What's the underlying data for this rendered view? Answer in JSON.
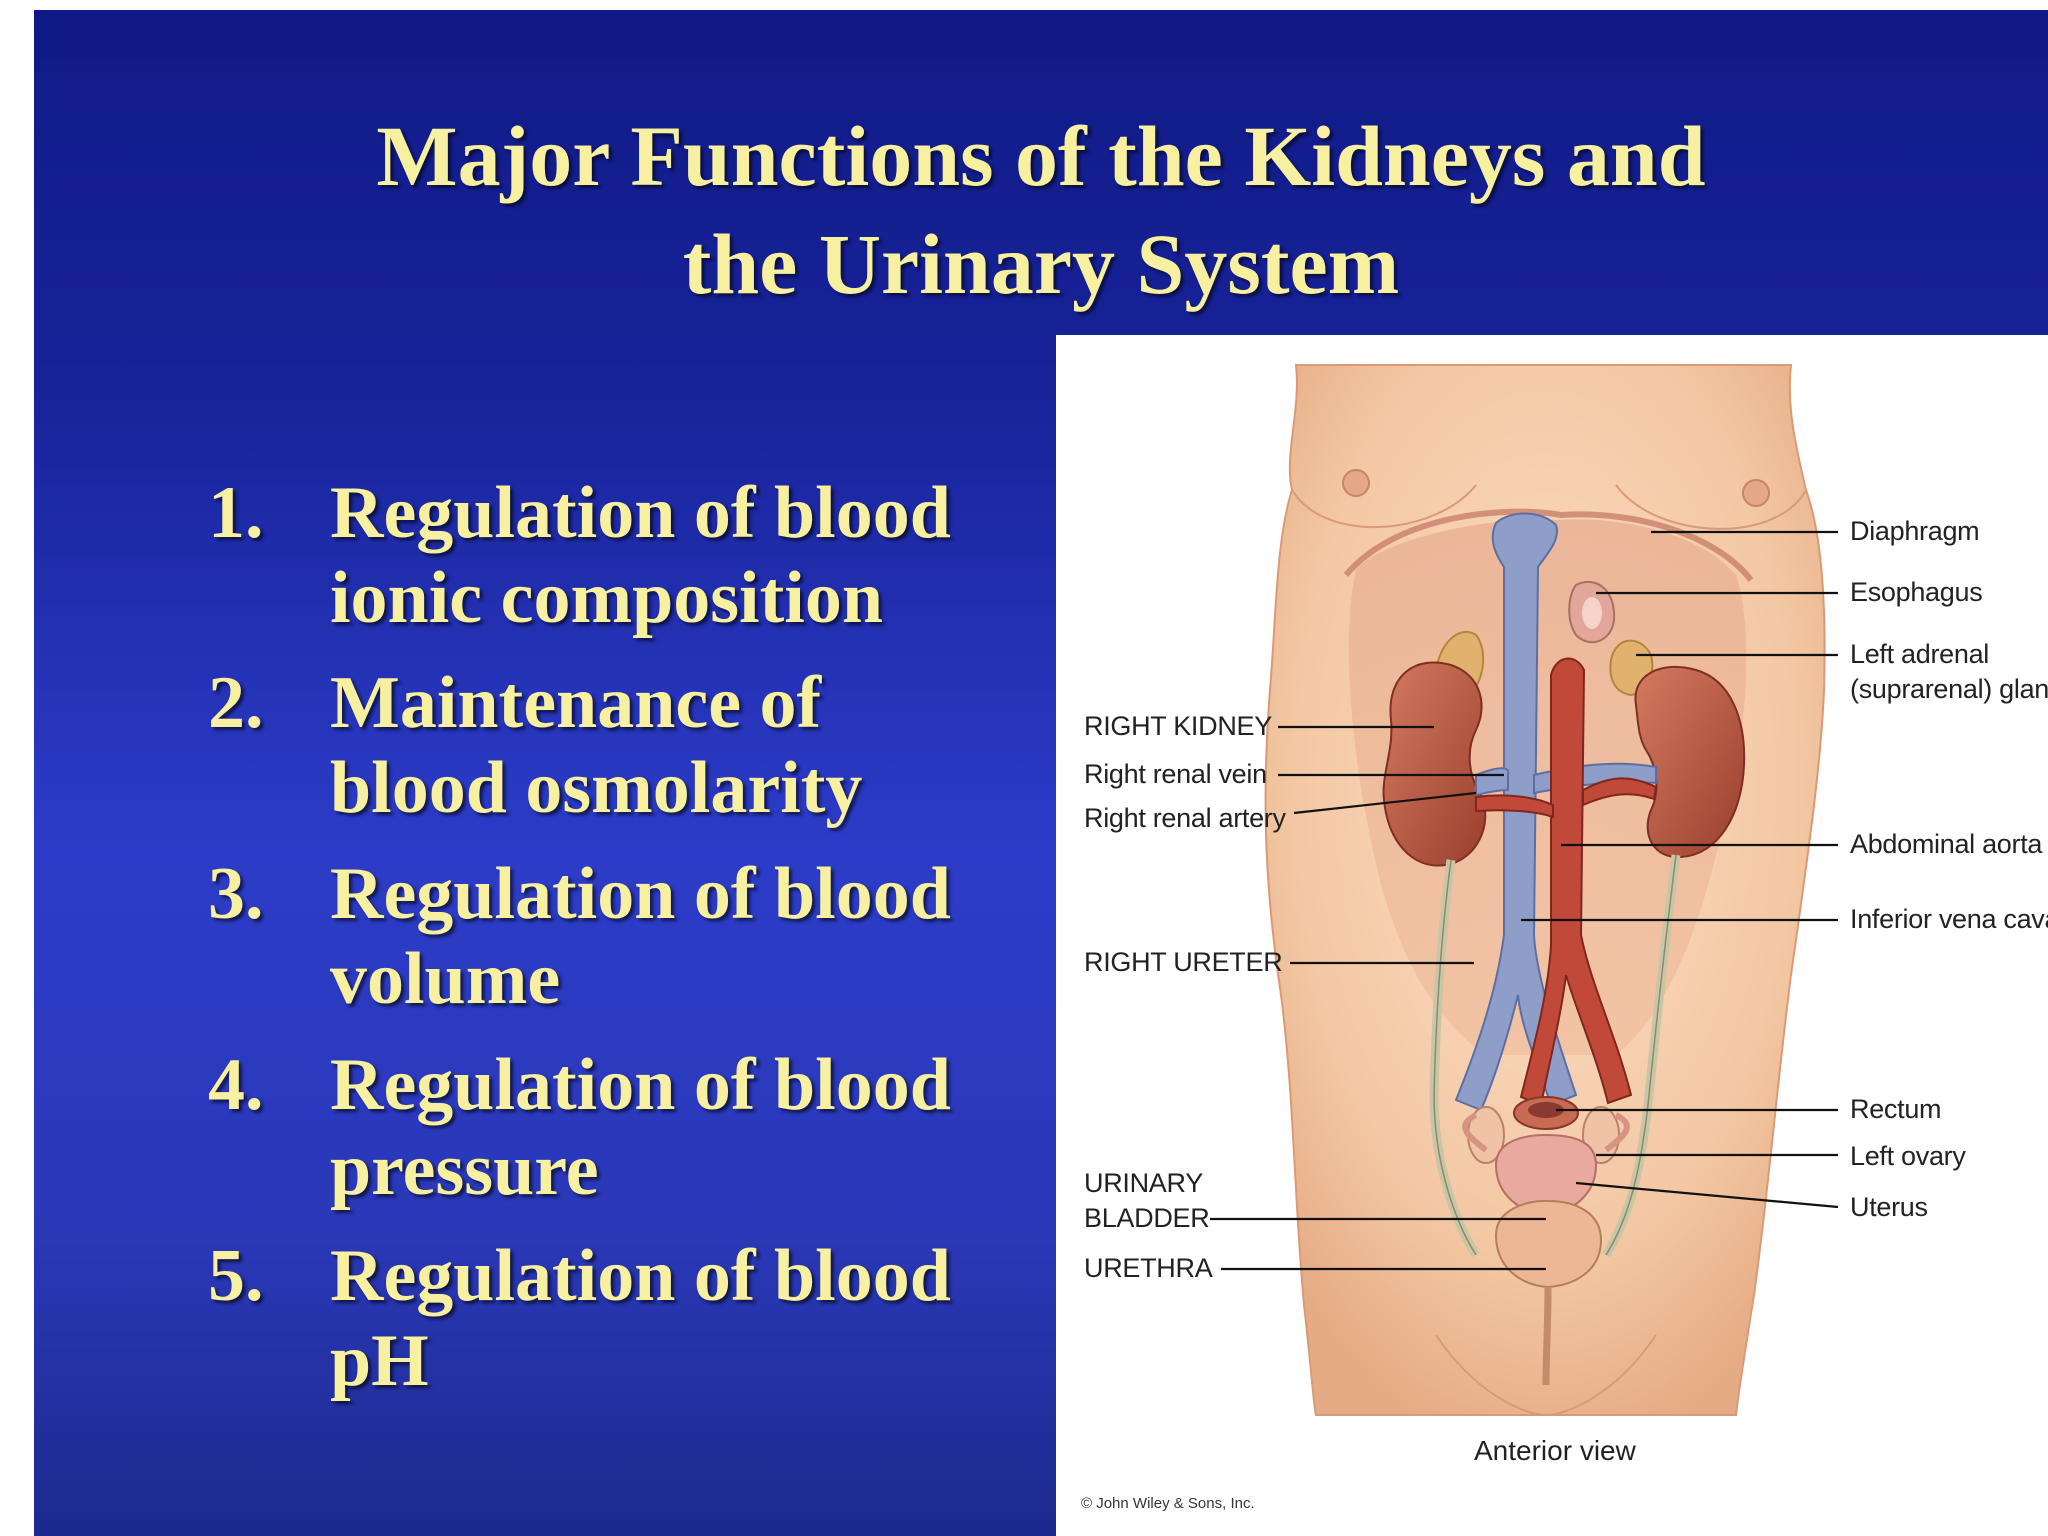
{
  "slide": {
    "title_line1": "Major Functions of the Kidneys and",
    "title_line2": "the Urinary System",
    "items": [
      {
        "num": "1.",
        "line1": "Regulation of blood",
        "line2": "ionic composition"
      },
      {
        "num": "2.",
        "line1": "Maintenance of",
        "line2": "blood osmolarity"
      },
      {
        "num": "3.",
        "line1": "Regulation of blood",
        "line2": "volume"
      },
      {
        "num": "4.",
        "line1": "Regulation of blood",
        "line2": "pressure"
      },
      {
        "num": "5.",
        "line1": "Regulation of blood",
        "line2": "pH"
      }
    ]
  },
  "figure": {
    "labels_left": {
      "right_kidney": "RIGHT KIDNEY",
      "right_renal_vein": "Right renal vein",
      "right_renal_artery": "Right renal artery",
      "right_ureter": "RIGHT URETER",
      "urinary_bladder_1": "URINARY",
      "urinary_bladder_2": "BLADDER",
      "urethra": "URETHRA"
    },
    "labels_right": {
      "diaphragm": "Diaphragm",
      "esophagus": "Esophagus",
      "left_adrenal_1": "Left adrenal",
      "left_adrenal_2": "(suprarenal) gland",
      "abdominal_aorta": "Abdominal aorta",
      "inferior_vena_cava": "Inferior vena cava",
      "rectum": "Rectum",
      "left_ovary": "Left ovary",
      "uterus": "Uterus"
    },
    "caption": "Anterior view",
    "copyright": "© John Wiley & Sons, Inc."
  },
  "colors": {
    "background_top": "#101a86",
    "background_mid": "#2c3cc8",
    "title_text": "#f6f0a0",
    "skin": "#f4caa4",
    "kidney": "#b4503e",
    "vein": "#8a9ac8",
    "artery": "#b8402e"
  }
}
